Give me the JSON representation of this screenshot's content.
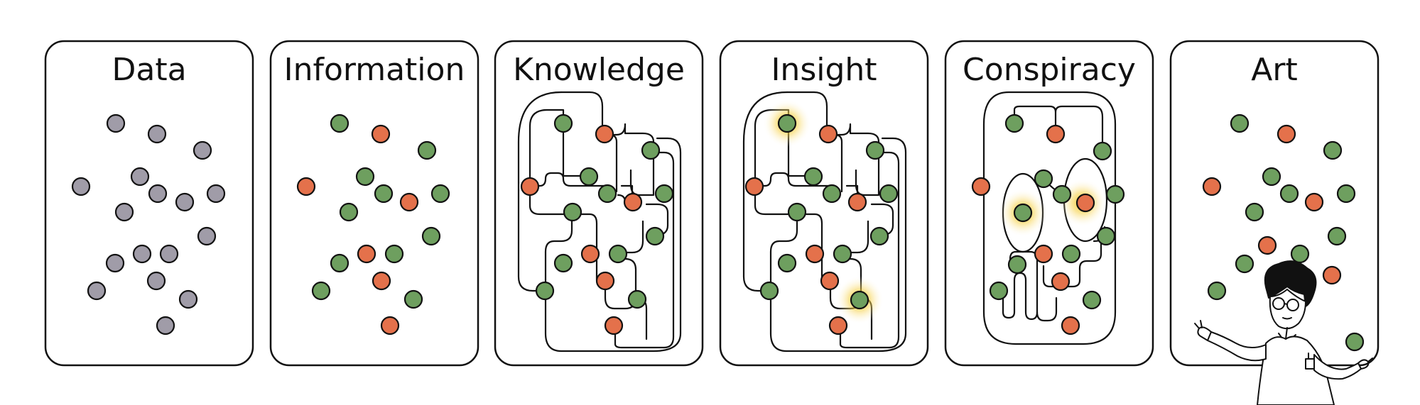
{
  "panels": [
    {
      "id": "data",
      "title": "Data"
    },
    {
      "id": "information",
      "title": "Information"
    },
    {
      "id": "knowledge",
      "title": "Knowledge"
    },
    {
      "id": "insight",
      "title": "Insight"
    },
    {
      "id": "conspiracy",
      "title": "Conspiracy"
    },
    {
      "id": "art",
      "title": "Art"
    }
  ],
  "colors": {
    "gray_node": "#a09ca8",
    "green_node": "#6e9f5f",
    "orange_node": "#e4714b",
    "stroke": "#111111",
    "glow": "#f5c518"
  }
}
